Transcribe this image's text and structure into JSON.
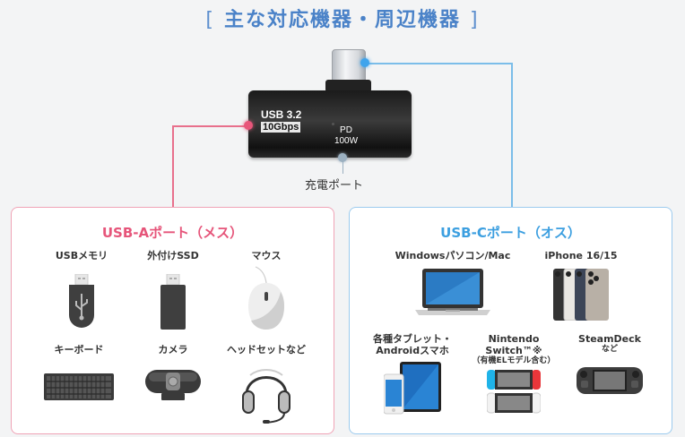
{
  "header": {
    "bracket_open": "[",
    "title": "主な対応機器・周辺機器",
    "bracket_close": "]"
  },
  "adapter": {
    "usb_version": "USB 3.2",
    "speed": "10Gbps",
    "pd_label": "PD",
    "pd_watt": "100W",
    "charge_port_label": "充電ポート"
  },
  "colors": {
    "title": "#4a82c8",
    "usb_a_accent": "#e6557a",
    "usb_c_accent": "#3c9fe0",
    "usb_a_border": "#f0a3b6",
    "usb_c_border": "#9ccbee"
  },
  "usb_a_panel": {
    "title": "USB-Aポート（メス）",
    "items": [
      {
        "label": "USBメモリ",
        "icon": "usb-flash-drive-icon"
      },
      {
        "label": "外付けSSD",
        "icon": "external-ssd-icon"
      },
      {
        "label": "マウス",
        "icon": "mouse-icon"
      },
      {
        "label": "キーボード",
        "icon": "keyboard-icon"
      },
      {
        "label": "カメラ",
        "icon": "webcam-icon"
      },
      {
        "label": "ヘッドセットなど",
        "icon": "headset-icon"
      }
    ]
  },
  "usb_c_panel": {
    "title": "USB-Cポート（オス）",
    "items": [
      {
        "label": "Windowsパソコン/Mac",
        "icon": "laptop-icon"
      },
      {
        "label": "iPhone 16/15",
        "icon": "iphone-icon"
      },
      {
        "label_line1": "各種タブレット・",
        "label_line2": "Androidスマホ",
        "icon": "tablet-smartphone-icon"
      },
      {
        "label_line1": "Nintendo",
        "label_line2": "Switch™※",
        "label_line3": "（有機ELモデル含む）",
        "icon": "nintendo-switch-icon"
      },
      {
        "label_line1": "SteamDeck",
        "label_line2": "など",
        "icon": "steam-deck-icon"
      }
    ]
  }
}
